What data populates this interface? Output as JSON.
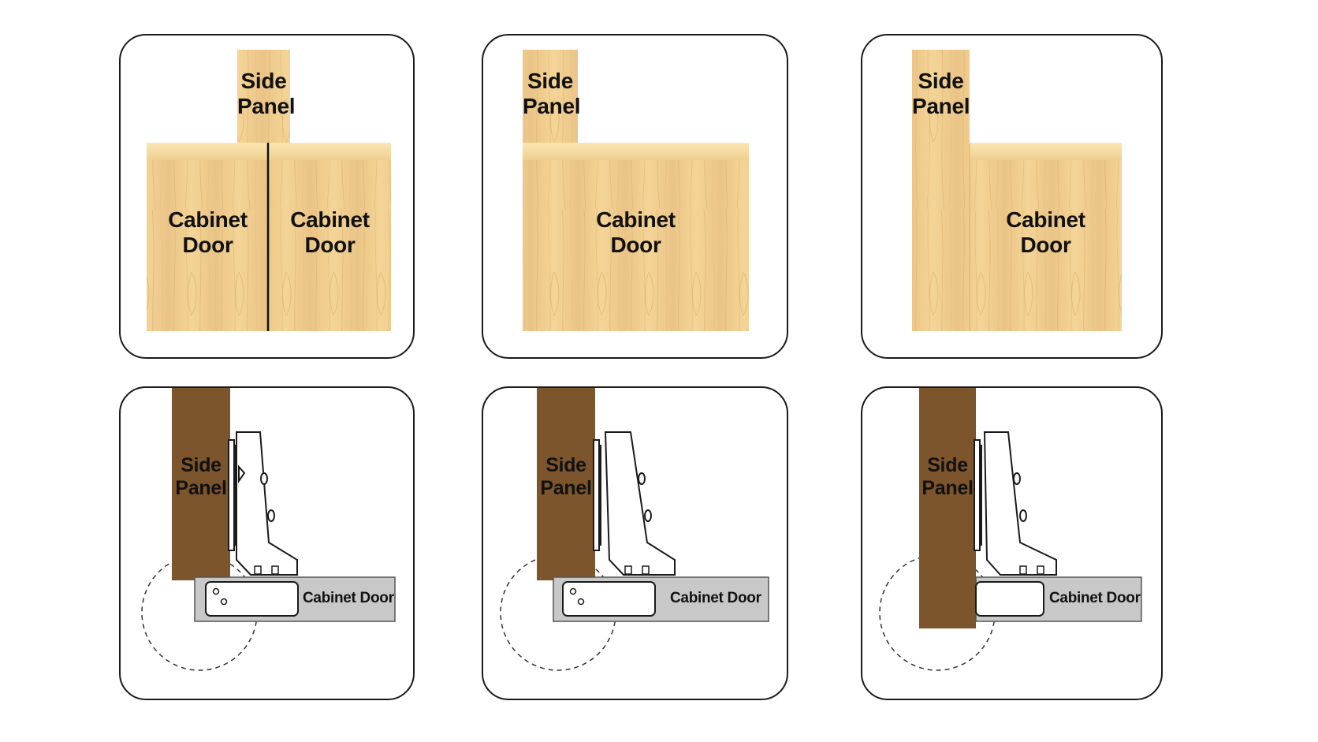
{
  "colors": {
    "wood_light": "#f3d293",
    "wood_edge": "#f6dc9e",
    "wood_dark_side": "#7d552c",
    "door_gray": "#c8c8c8",
    "outline": "#1a1a1a"
  },
  "top_row": [
    {
      "side_panel_label": "Side\nPanel",
      "door_label_left": "Cabinet\nDoor",
      "door_label_right": "Cabinet\nDoor"
    },
    {
      "side_panel_label": "Side\nPanel",
      "door_label": "Cabinet\nDoor"
    },
    {
      "side_panel_label": "Side\nPanel",
      "door_label": "Cabinet\nDoor"
    }
  ],
  "bottom_row": [
    {
      "side_panel_label": "Side\nPanel",
      "door_label": "Cabinet Door"
    },
    {
      "side_panel_label": "Side\nPanel",
      "door_label": "Cabinet Door"
    },
    {
      "side_panel_label": "Side\nPanel",
      "door_label": "Cabinet Door"
    }
  ]
}
